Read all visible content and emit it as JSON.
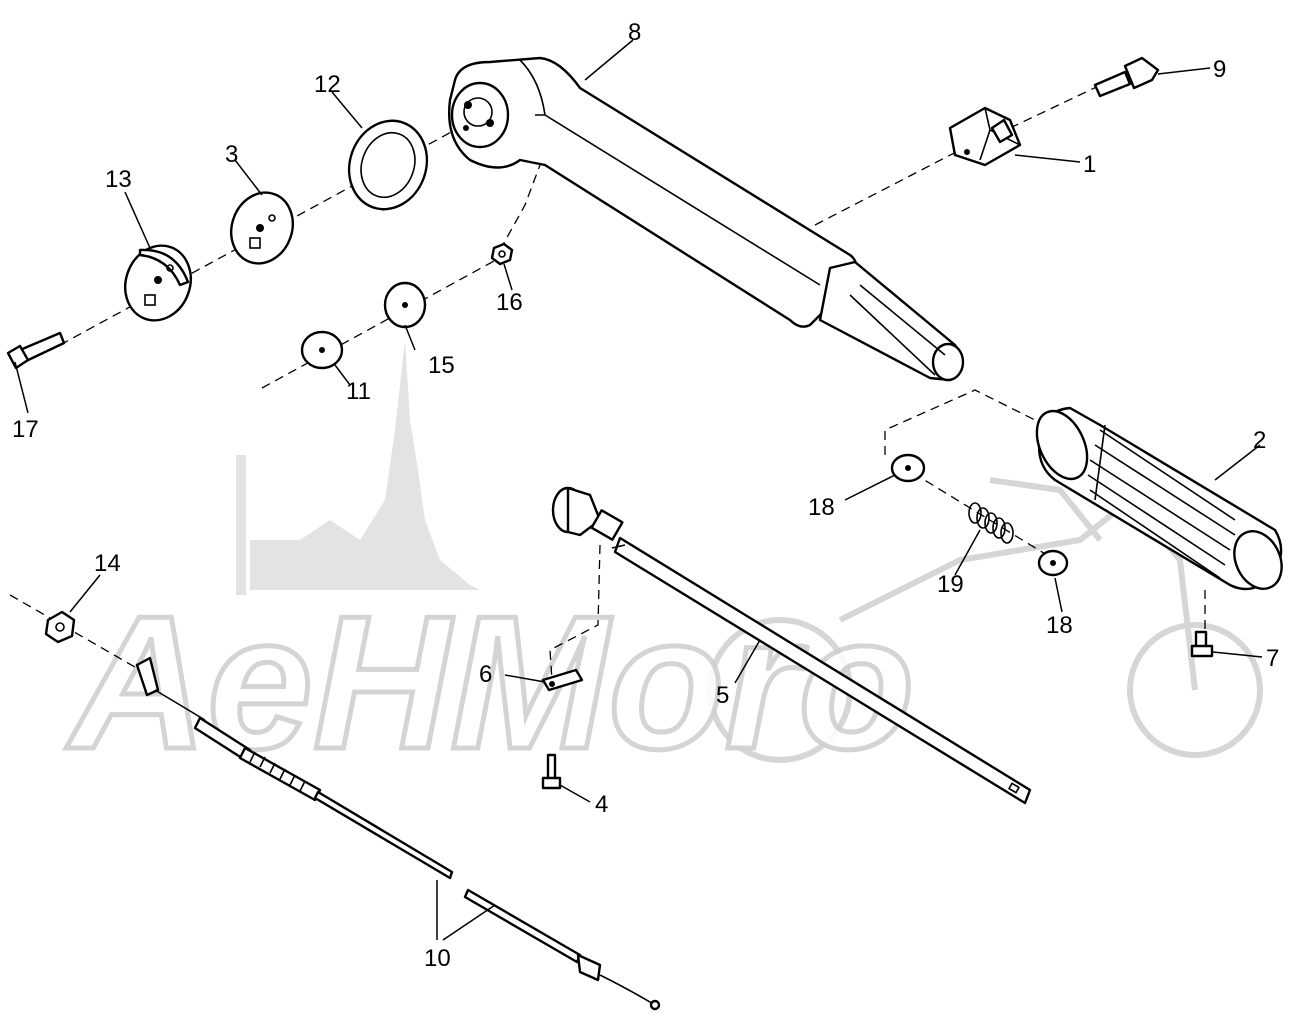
{
  "watermark": {
    "text": "AeHMoro"
  },
  "callouts": [
    {
      "id": "c1",
      "label": "1"
    },
    {
      "id": "c2",
      "label": "2"
    },
    {
      "id": "c3",
      "label": "3"
    },
    {
      "id": "c4",
      "label": "4"
    },
    {
      "id": "c5",
      "label": "5"
    },
    {
      "id": "c6",
      "label": "6"
    },
    {
      "id": "c7",
      "label": "7"
    },
    {
      "id": "c8",
      "label": "8"
    },
    {
      "id": "c9",
      "label": "9"
    },
    {
      "id": "c10",
      "label": "10"
    },
    {
      "id": "c11",
      "label": "11"
    },
    {
      "id": "c12",
      "label": "12"
    },
    {
      "id": "c13",
      "label": "13"
    },
    {
      "id": "c14",
      "label": "14"
    },
    {
      "id": "c15",
      "label": "15"
    },
    {
      "id": "c16",
      "label": "16"
    },
    {
      "id": "c17",
      "label": "17"
    },
    {
      "id": "c18a",
      "label": "18"
    },
    {
      "id": "c18b",
      "label": "18"
    },
    {
      "id": "c19",
      "label": "19"
    }
  ],
  "colors": {
    "line": "#000000",
    "background": "#ffffff",
    "watermark": "#d9d9d9"
  }
}
